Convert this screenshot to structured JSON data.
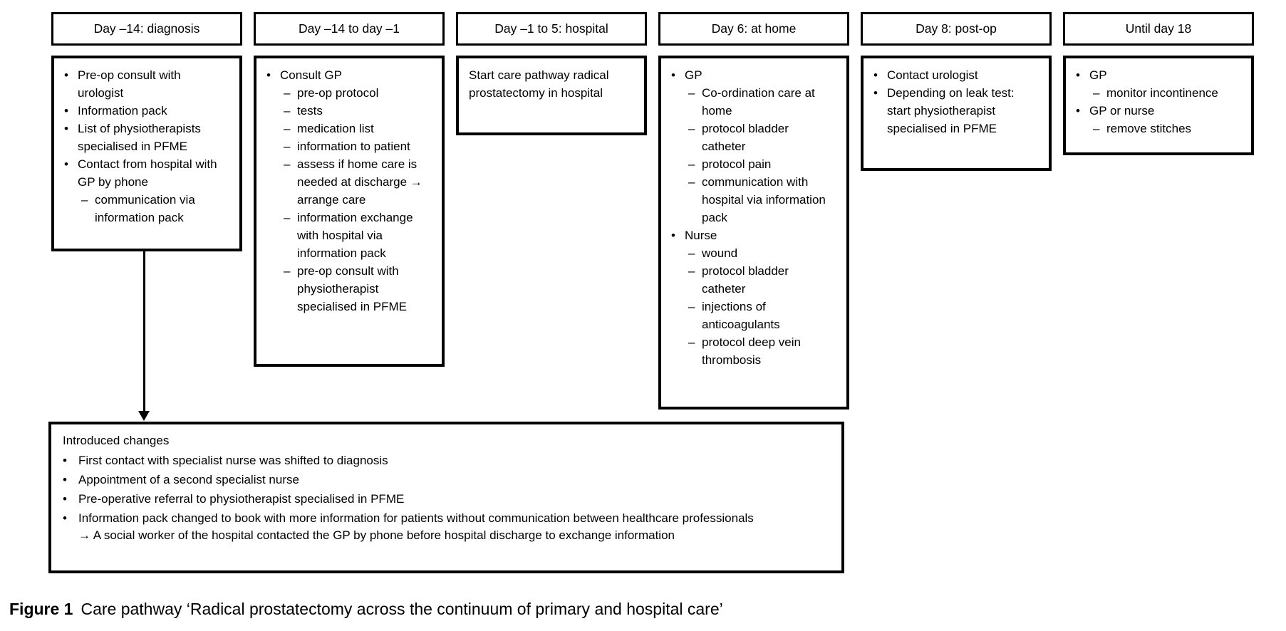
{
  "colors": {
    "border": "#000000",
    "text": "#000000",
    "background": "#ffffff"
  },
  "columns": [
    {
      "header": "Day –14: diagnosis",
      "items": [
        {
          "marker": "•",
          "text": "Pre-op consult with urologist"
        },
        {
          "marker": "•",
          "text": "Information pack"
        },
        {
          "marker": "•",
          "text": "List of physiotherapists specialised in PFME"
        },
        {
          "marker": "•",
          "text": "Contact from hospital with GP by phone"
        },
        {
          "marker": "–",
          "text": "communication via information pack"
        }
      ]
    },
    {
      "header": "Day –14 to day –1",
      "items": [
        {
          "marker": "•",
          "text": "Consult GP"
        },
        {
          "marker": "–",
          "text": "pre-op protocol"
        },
        {
          "marker": "–",
          "text": "tests"
        },
        {
          "marker": "–",
          "text": "medication list"
        },
        {
          "marker": "–",
          "text": "information to patient"
        },
        {
          "marker": "–",
          "text": "assess if home care is needed at discharge → arrange care"
        },
        {
          "marker": "–",
          "text": "information exchange with hospital via information pack"
        },
        {
          "marker": "–",
          "text": "pre-op consult with physiotherapist specialised in PFME"
        }
      ]
    },
    {
      "header": "Day –1 to 5: hospital",
      "items": [
        {
          "marker": "",
          "text": "Start care pathway radical prostatectomy in hospital"
        }
      ]
    },
    {
      "header": "Day 6: at home",
      "items": [
        {
          "marker": "•",
          "text": "GP"
        },
        {
          "marker": "–",
          "text": "Co-ordination care at home"
        },
        {
          "marker": "–",
          "text": "protocol bladder catheter"
        },
        {
          "marker": "–",
          "text": "protocol pain"
        },
        {
          "marker": "–",
          "text": "communication with hospital via information pack"
        },
        {
          "marker": "•",
          "text": "Nurse"
        },
        {
          "marker": "–",
          "text": "wound"
        },
        {
          "marker": "–",
          "text": "protocol bladder catheter"
        },
        {
          "marker": "–",
          "text": "injections of anticoagulants"
        },
        {
          "marker": "–",
          "text": "protocol deep vein thrombosis"
        }
      ]
    },
    {
      "header": "Day 8: post-op",
      "items": [
        {
          "marker": "•",
          "text": "Contact urologist"
        },
        {
          "marker": "•",
          "text": "Depending on leak test: start physiotherapist specialised in PFME"
        }
      ]
    },
    {
      "header": "Until day 18",
      "items": [
        {
          "marker": "•",
          "text": "GP"
        },
        {
          "marker": "–",
          "text": "monitor incontinence"
        },
        {
          "marker": "•",
          "text": "GP or nurse"
        },
        {
          "marker": "–",
          "text": "remove stitches"
        }
      ]
    }
  ],
  "changes_box": {
    "title": "Introduced changes",
    "items": [
      {
        "marker": "•",
        "text": "First contact with specialist nurse was shifted to diagnosis"
      },
      {
        "marker": "•",
        "text": "Appointment of a second specialist nurse"
      },
      {
        "marker": "•",
        "text": "Pre-operative referral to physiotherapist specialised in PFME"
      },
      {
        "marker": "•",
        "text": "Information pack changed to book with more information for patients without communication between healthcare professionals → A social worker of the hospital contacted the GP by phone before hospital discharge to exchange information"
      }
    ]
  },
  "figure": {
    "caption_label": "Figure 1",
    "caption_text": "Care pathway ‘Radical prostatectomy across the continuum of primary and hospital care’"
  }
}
